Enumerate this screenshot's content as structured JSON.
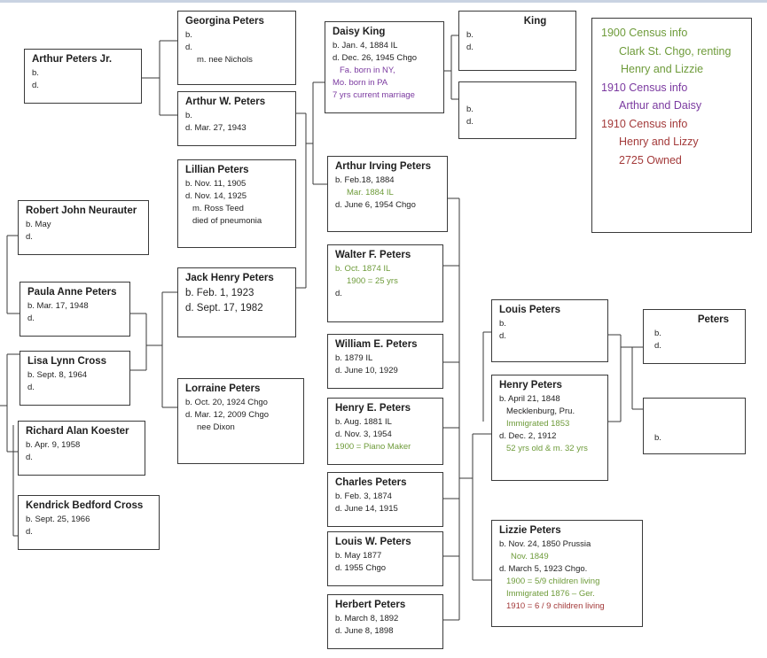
{
  "people": {
    "arthur_jr": {
      "name": "Arthur Peters Jr.",
      "l1": "b.",
      "l2": "d."
    },
    "georgina": {
      "name": "Georgina Peters",
      "l1": "b.",
      "l2": "d.",
      "l3": "m.  nee Nichols"
    },
    "arthur_w": {
      "name": "Arthur W. Peters",
      "l1": "b.",
      "l2": "d. Mar. 27, 1943"
    },
    "lillian": {
      "name": "Lillian Peters",
      "l1": "b. Nov. 11, 1905",
      "l2": "d. Nov. 14, 1925",
      "l3": "m. Ross Teed",
      "l4": "died of pneumonia"
    },
    "jack": {
      "name": "Jack Henry Peters",
      "l1": "b. Feb. 1, 1923",
      "l2": "d. Sept. 17, 1982"
    },
    "lorraine": {
      "name": "Lorraine Peters",
      "l1": "b. Oct. 20, 1924 Chgo",
      "l2": "d. Mar. 12, 2009 Chgo",
      "l3": "nee Dixon"
    },
    "daisy": {
      "name": "Daisy King",
      "l1": "b. Jan. 4, 1884 IL",
      "l2": "d. Dec. 26, 1945  Chgo",
      "l3": "Fa. born in NY,",
      "l4": "Mo. born in PA",
      "l5": "7 yrs current marriage"
    },
    "king": {
      "name": "King",
      "l1": "b.",
      "l2": "d."
    },
    "king_spouse": {
      "l1": "b.",
      "l2": "d."
    },
    "arthur_irving": {
      "name": "Arthur Irving Peters",
      "l1": "b. Feb.18, 1884",
      "l2": "Mar.  1884 IL",
      "l3": "d. June 6, 1954 Chgo"
    },
    "walter": {
      "name": "Walter F. Peters",
      "l1": "b. Oct. 1874  IL",
      "l2": "1900 = 25 yrs",
      "l3": "d."
    },
    "william": {
      "name": "William E. Peters",
      "l1": "b. 1879 IL",
      "l2": "d. June 10, 1929"
    },
    "henry_e": {
      "name": "Henry E. Peters",
      "l1": "b. Aug. 1881  IL",
      "l2": "d. Nov. 3, 1954",
      "l3": "1900 = Piano Maker"
    },
    "charles": {
      "name": "Charles Peters",
      "l1": "b. Feb. 3, 1874",
      "l2": "d. June 14, 1915"
    },
    "louis_w": {
      "name": "Louis W. Peters",
      "l1": "b. May 1877",
      "l2": "d. 1955  Chgo"
    },
    "herbert": {
      "name": "Herbert Peters",
      "l1": "b. March 8, 1892",
      "l2": "d. June 8, 1898"
    },
    "louis": {
      "name": "Louis Peters",
      "l1": "b.",
      "l2": "d."
    },
    "peters_top": {
      "name": "Peters",
      "l1": "b.",
      "l2": "d."
    },
    "peters_bottom": {
      "l1": "b."
    },
    "henry": {
      "name": "Henry Peters",
      "l1": "b. April 21, 1848",
      "l2": "Mecklenburg, Pru.",
      "l3": "Immigrated 1853",
      "l4": "d. Dec. 2, 1912",
      "l5": "52 yrs old & m. 32 yrs"
    },
    "lizzie": {
      "name": "Lizzie Peters",
      "l1": "b. Nov. 24, 1850   Prussia",
      "l2": "Nov. 1849",
      "l3": "d. March 5, 1923    Chgo.",
      "l4": "1900 = 5/9 children living",
      "l5": "Immigrated 1876 – Ger.",
      "l6": "1910 = 6 / 9 children living"
    },
    "robert": {
      "name": "Robert John Neurauter",
      "l1": "b.  May",
      "l2": "d."
    },
    "paula": {
      "name": "Paula Anne Peters",
      "l1": "b. Mar. 17, 1948",
      "l2": "d."
    },
    "lisa": {
      "name": "Lisa Lynn Cross",
      "l1": "b. Sept. 8, 1964",
      "l2": "d."
    },
    "richard": {
      "name": "Richard Alan Koester",
      "l1": "b. Apr. 9, 1958",
      "l2": "d."
    },
    "kendrick": {
      "name": "Kendrick Bedford Cross",
      "l1": "b. Sept. 25, 1966",
      "l2": "d."
    }
  },
  "census": {
    "l1": "1900 Census info",
    "l2": "Clark St. Chgo, renting",
    "l3": "Henry and Lizzie",
    "l4": "1910 Census info",
    "l5": "Arthur and Daisy",
    "l6": "1910  Census info",
    "l7": "Henry and Lizzy",
    "l8": "2725  Owned"
  },
  "colors": {
    "green": "#6e9b3a",
    "purple": "#7b3aa0",
    "red": "#a33a3a",
    "border": "#3a3a3a"
  }
}
